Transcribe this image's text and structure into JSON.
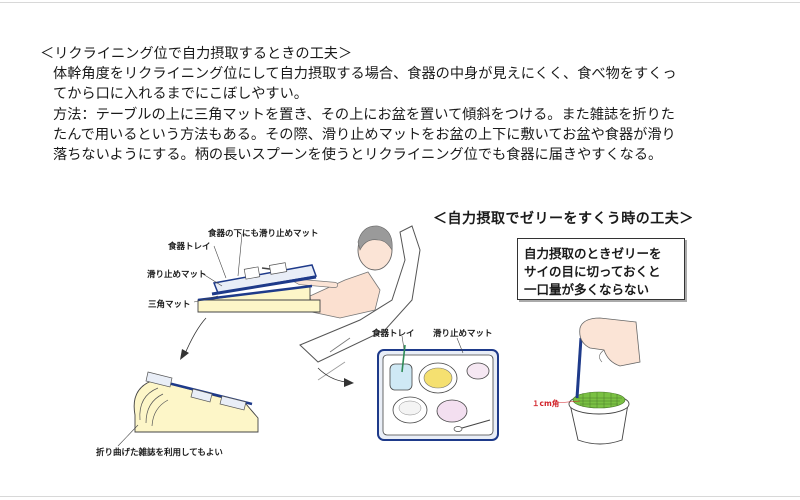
{
  "heading": "＜リクライニング位で自力摂取するときの工夫＞",
  "paragraph1": [
    "体幹角度をリクライニング位にして自力摂取する場合、食器の中身が見えにくく、食べ物をすくっ",
    "てから口に入れるまでにこぼしやすい。"
  ],
  "paragraph2": [
    "方法：テーブルの上に三角マットを置き、その上にお盆を置いて傾斜をつける。また雑誌を折りた",
    "たんで用いるという方法もある。その際、滑り止めマットをお盆の上下に敷いてお盆や食器が滑り",
    "落ちないようにする。柄の長いスプーンを使うとリクライニング位でも食器に届きやすくなる。"
  ],
  "sub_heading": "＜自力摂取でゼリーをすくう時の工夫＞",
  "note_box": [
    "自力摂取のときゼリーを",
    "サイの目に切っておくと",
    "一口量が多くならない"
  ],
  "labels": {
    "mat_under_dishes": "食器の下にも滑り止めマット",
    "tray": "食器トレイ",
    "non_slip_mat": "滑り止めマット",
    "triangle_mat": "三角マット",
    "folded_magazine": "折り曲げた雑誌を利用してもよい",
    "tray_right": "食器トレイ",
    "non_slip_mat_right": "滑り止めマット",
    "cube_size": "１cm角"
  },
  "colors": {
    "mat_blue": "#1e3a8a",
    "cube_green": "#7ac143",
    "cube_label": "#d2232a",
    "tray_cream": "#fdf6c8"
  }
}
